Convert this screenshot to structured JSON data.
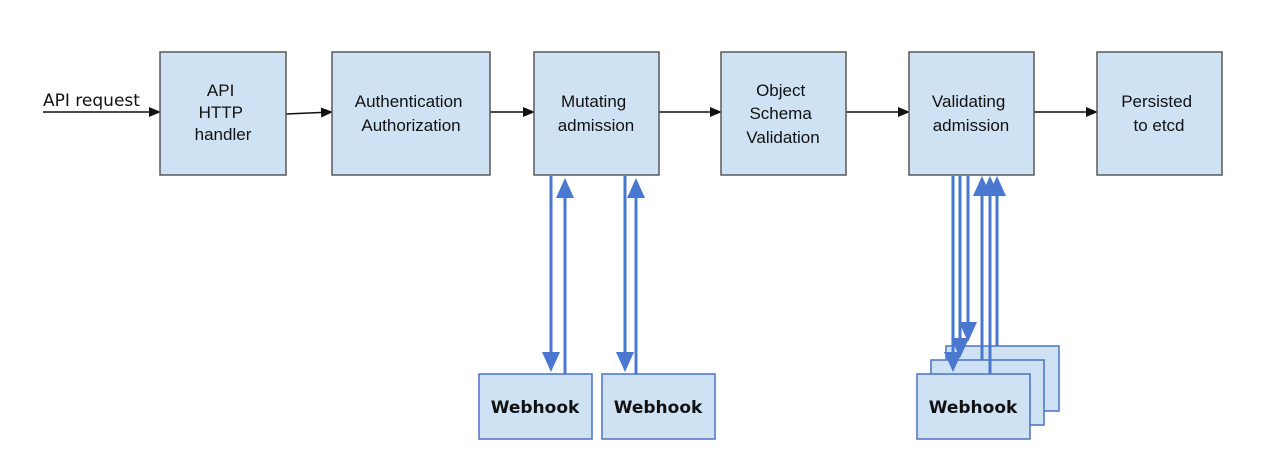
{
  "input_label": "API request",
  "stages": [
    {
      "id": "api-http-handler",
      "lines": [
        "API",
        "HTTP",
        "handler"
      ]
    },
    {
      "id": "authentication-authorization",
      "lines": [
        "Authentication",
        "Authorization"
      ]
    },
    {
      "id": "mutating-admission",
      "lines": [
        "Mutating",
        "admission"
      ]
    },
    {
      "id": "object-schema-validation",
      "lines": [
        "Object",
        "Schema",
        "Validation"
      ]
    },
    {
      "id": "validating-admission",
      "lines": [
        "Validating",
        "admission"
      ]
    },
    {
      "id": "persisted-to-etcd",
      "lines": [
        "Persisted",
        "to etcd"
      ]
    }
  ],
  "webhooks": {
    "mutating_1": "Webhook",
    "mutating_2": "Webhook",
    "validating": "Webhook"
  },
  "colors": {
    "box_fill": "#cfe2f3",
    "box_stroke": "#595959",
    "webhook_stroke": "#4a72c4",
    "webhook_arrow": "#4a78d0",
    "flow_arrow": "#111111"
  }
}
